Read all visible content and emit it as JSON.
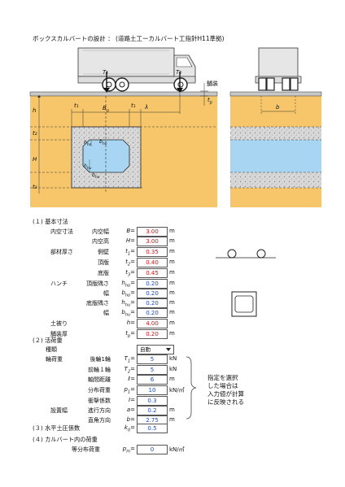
{
  "title": "ボックスカルバートの設計 ： (道路土工ーカルバート工指針H11準拠)",
  "diagram": {
    "labels": {
      "T1": "T₁",
      "T2": "T₂",
      "pavement": "舗装",
      "tp": "t",
      "tp_sub": "p",
      "h": "h",
      "t1": "t₁",
      "Bo": "B",
      "Bo_sub": "o",
      "lambda": "λ",
      "t2": "t₂",
      "H": "H",
      "t3": "t₃",
      "b": "b",
      "hho": "h",
      "hho_sub": "ho",
      "bho": "b",
      "bho_sub": "ho",
      "hhu": "h",
      "hhu_sub": "hu",
      "bhu": "b",
      "bhu_sub": "hu"
    },
    "colors": {
      "soil": "#f7c66a",
      "concrete": "#d6d6d6",
      "water": "#a8d6f2",
      "truck": "#e8e8e8",
      "outline": "#222"
    }
  },
  "section1": {
    "heading": "(１) 基本寸法",
    "rows": [
      {
        "group": "内空寸法",
        "label": "内空幅",
        "sym": "B",
        "sub": "",
        "eq": "=",
        "value": "3.00",
        "color": "red",
        "unit": "m"
      },
      {
        "group": "",
        "label": "内空高",
        "sym": "H",
        "sub": "",
        "eq": "=",
        "value": "3.00",
        "color": "red",
        "unit": "m"
      },
      {
        "group": "部材厚さ",
        "label": "側壁",
        "sym": "t",
        "sub": "1",
        "eq": "=",
        "value": "0.35",
        "color": "red",
        "unit": "m"
      },
      {
        "group": "",
        "label": "頂版",
        "sym": "t",
        "sub": "2",
        "eq": "=",
        "value": "0.40",
        "color": "red",
        "unit": "m"
      },
      {
        "group": "",
        "label": "底版",
        "sym": "t",
        "sub": "3",
        "eq": "=",
        "value": "0.45",
        "color": "red",
        "unit": "m"
      },
      {
        "group": "ハンチ",
        "label": "頂版隅さ",
        "sym": "h",
        "sub": "ho",
        "eq": "=",
        "value": "0.20",
        "color": "blue",
        "unit": "m"
      },
      {
        "group": "",
        "label": "幅",
        "sym": "b",
        "sub": "ho",
        "eq": "=",
        "value": "0.20",
        "color": "blue",
        "unit": "m"
      },
      {
        "group": "",
        "label": "底版隅さ",
        "sym": "h",
        "sub": "hu",
        "eq": "=",
        "value": "0.20",
        "color": "blue",
        "unit": "m"
      },
      {
        "group": "",
        "label": "幅",
        "sym": "b",
        "sub": "hu",
        "eq": "=",
        "value": "0.20",
        "color": "blue",
        "unit": "m"
      },
      {
        "group": "土被り",
        "label": "",
        "sym": "h",
        "sub": "",
        "eq": "=",
        "value": "4.00",
        "color": "red",
        "unit": "m"
      },
      {
        "group": "舗装厚",
        "label": "",
        "sym": "t",
        "sub": "p",
        "eq": "=",
        "value": "0.20",
        "color": "red",
        "unit": "m"
      }
    ]
  },
  "section2": {
    "heading": "(２) 活荷重",
    "type_label": "種類",
    "type_value": "自動",
    "wheel_label": "輪荷重",
    "rows": [
      {
        "label": "後輪1輪",
        "sym": "T",
        "sub": "1",
        "eq": "=",
        "value": "5",
        "unit": "kN"
      },
      {
        "label": "前輪１輪",
        "sym": "T",
        "sub": "2",
        "eq": "=",
        "value": "5",
        "unit": "kN"
      },
      {
        "label": "軸間距離",
        "sym": "ℓ",
        "sub": "",
        "eq": "=",
        "value": "6",
        "unit": "m"
      },
      {
        "label": "分布荷重",
        "sym": "p",
        "sub": "1",
        "eq": "=",
        "value": "10",
        "unit": "kN/㎡"
      },
      {
        "label": "衝撃係数",
        "sym": "I",
        "sub": "",
        "eq": "=",
        "value": "0.3",
        "unit": ""
      },
      {
        "label": "進行方向",
        "sym": "a",
        "sub": "",
        "eq": "=",
        "value": "0.2",
        "unit": "m"
      },
      {
        "label": "直角方向",
        "sym": "b",
        "sub": "",
        "eq": "=",
        "value": "2.75",
        "unit": "m"
      }
    ],
    "ground_label": "設置幅",
    "note": [
      "指定を選択",
      "した場合は",
      "入力値が計算",
      "に反映される"
    ]
  },
  "section3": {
    "heading": "(３) 水平土圧係数",
    "sym": "k",
    "sub": "0",
    "eq": "=",
    "value": "0.5"
  },
  "section4": {
    "heading": "(４) カルバート内の荷重",
    "label": "等分布荷重",
    "sym": "p",
    "sub": "m",
    "eq": "=",
    "value": "0",
    "unit": "kN/㎡"
  }
}
